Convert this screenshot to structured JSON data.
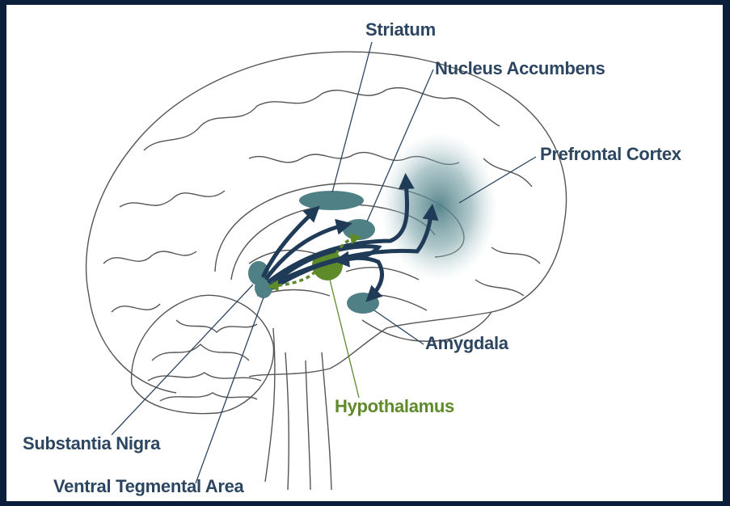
{
  "labels": {
    "striatum": "Striatum",
    "nucleus_accumbens": "Nucleus Accumbens",
    "prefrontal_cortex": "Prefrontal Cortex",
    "amygdala": "Amygdala",
    "hypothalamus": "Hypothalamus",
    "substantia_nigra": "Substantia Nigra",
    "ventral_tegmental_area": "Ventral Tegmental Area"
  },
  "colors": {
    "frame_background": "#0b1f3a",
    "region_fill": "#4f8086",
    "pathway_arrow": "#1f3b57",
    "hypothalamus": "#5e8a2a",
    "label_text": "#2c4560",
    "brain_outline": "#555555"
  }
}
